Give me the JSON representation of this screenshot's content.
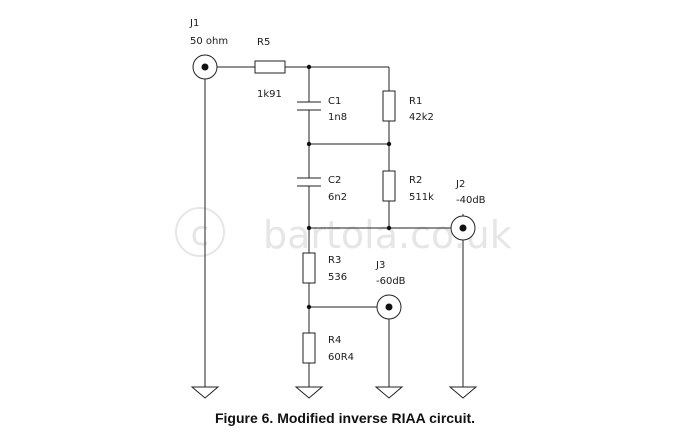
{
  "watermark": "bartola.co.uk",
  "caption": "Figure 6.  Modified inverse RIAA circuit.",
  "connectors": {
    "j1": {
      "ref": "J1",
      "value": "50 ohm"
    },
    "j2": {
      "ref": "J2",
      "value": "-40dB"
    },
    "j3": {
      "ref": "J3",
      "value": "-60dB"
    }
  },
  "components": {
    "r5": {
      "ref": "R5",
      "value": "1k91"
    },
    "c1": {
      "ref": "C1",
      "value": "1n8"
    },
    "r1": {
      "ref": "R1",
      "value": "42k2"
    },
    "c2": {
      "ref": "C2",
      "value": "6n2"
    },
    "r2": {
      "ref": "R2",
      "value": "511k"
    },
    "r3": {
      "ref": "R3",
      "value": "536"
    },
    "r4": {
      "ref": "R4",
      "value": "60R4"
    }
  },
  "icons": {
    "ground": "ground-icon",
    "connector": "coaxial-connector-icon",
    "resistor": "resistor-icon",
    "capacitor": "capacitor-icon"
  }
}
